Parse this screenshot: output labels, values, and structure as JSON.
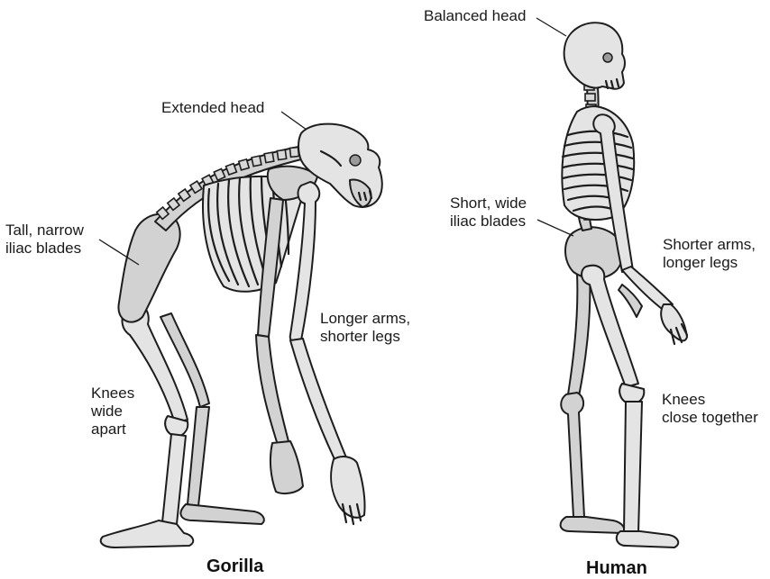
{
  "figure": {
    "gorilla": {
      "caption": "Gorilla",
      "labels": {
        "extended_head": "Extended head",
        "iliac_blades": "Tall, narrow\niliac blades",
        "arms_legs": "Longer arms,\nshorter legs",
        "knees": "Knees\nwide\napart"
      }
    },
    "human": {
      "caption": "Human",
      "labels": {
        "head": "Balanced head",
        "iliac_blades": "Short, wide\niliac blades",
        "arms_legs": "Shorter arms,\nlonger legs",
        "knees": "Knees\nclose together"
      }
    }
  }
}
